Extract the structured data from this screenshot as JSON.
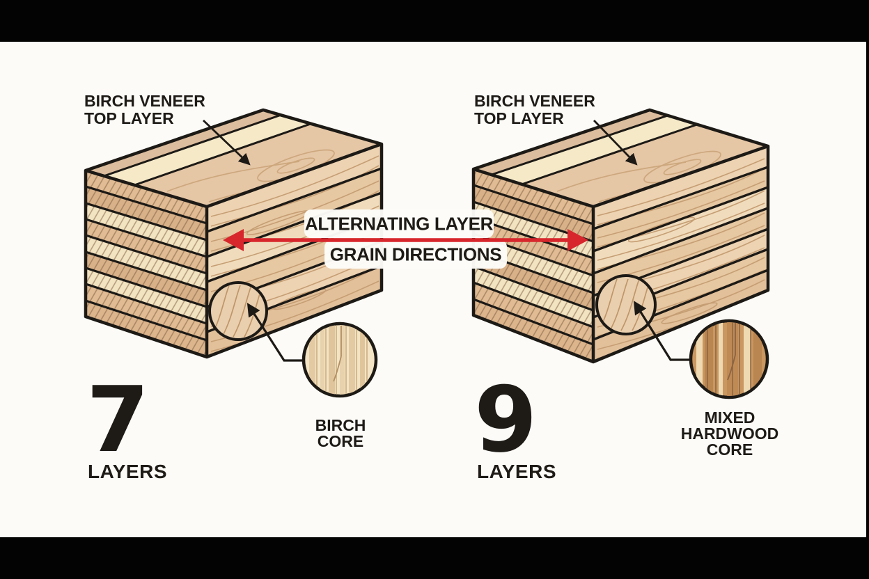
{
  "colors": {
    "accent_red": "#d7262c",
    "outline": "#1d1a16"
  },
  "center_label": {
    "line1": "ALTERNATING LAYER",
    "line2": "GRAIN DIRECTIONS"
  },
  "left_panel": {
    "veneer_label": "BIRCH VENEER\nTOP LAYER",
    "layer_count": "7",
    "layers_word": "LAYERS",
    "core_label": "BIRCH\nCORE"
  },
  "right_panel": {
    "veneer_label": "BIRCH VENEER\nTOP LAYER",
    "layer_count": "9",
    "layers_word": "LAYERS",
    "core_label": "MIXED\nHARDWOOD\nCORE"
  }
}
